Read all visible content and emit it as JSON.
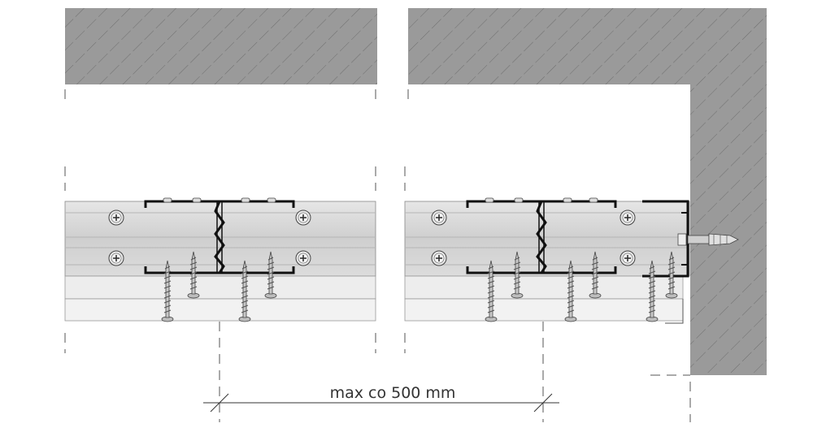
{
  "diagram": {
    "dimension_label": "max co 500 mm"
  },
  "colors": {
    "concrete": "#9a9a9a",
    "profile": "#d9d9d9",
    "board": "#ededed",
    "outline": "#222222",
    "dash": "#555555",
    "screw": "#8a8a8a"
  },
  "icons": [
    "hatched-concrete-ceiling",
    "c-profile",
    "connector-clip",
    "drywall-screw",
    "wall-anchor-dowel",
    "profile-screw-head"
  ]
}
